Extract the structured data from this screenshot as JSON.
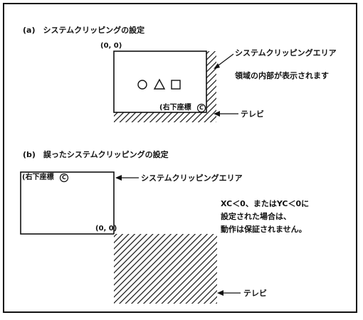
{
  "section_a": {
    "title": "(a)　システムクリッピングの設定",
    "origin_label": "(0, 0)",
    "clip_area_label": "システムクリッピングエリア",
    "inside_note": "領域の内部が表示されます",
    "bottom_right_label": "(右下座標",
    "tv_label": "テレビ"
  },
  "section_b": {
    "title": "(b)　誤ったシステムクリッピングの設定",
    "bottom_right_label": "(右下座標",
    "clip_area_label": "システムクリッピングエリア",
    "origin_label": "(0, 0)",
    "note_line1": "XC＜0、またはYC＜0に",
    "note_line2": "設定された場合は、",
    "note_line3": "動作は保証されません。",
    "tv_label": "テレビ"
  },
  "circled_c": "C"
}
